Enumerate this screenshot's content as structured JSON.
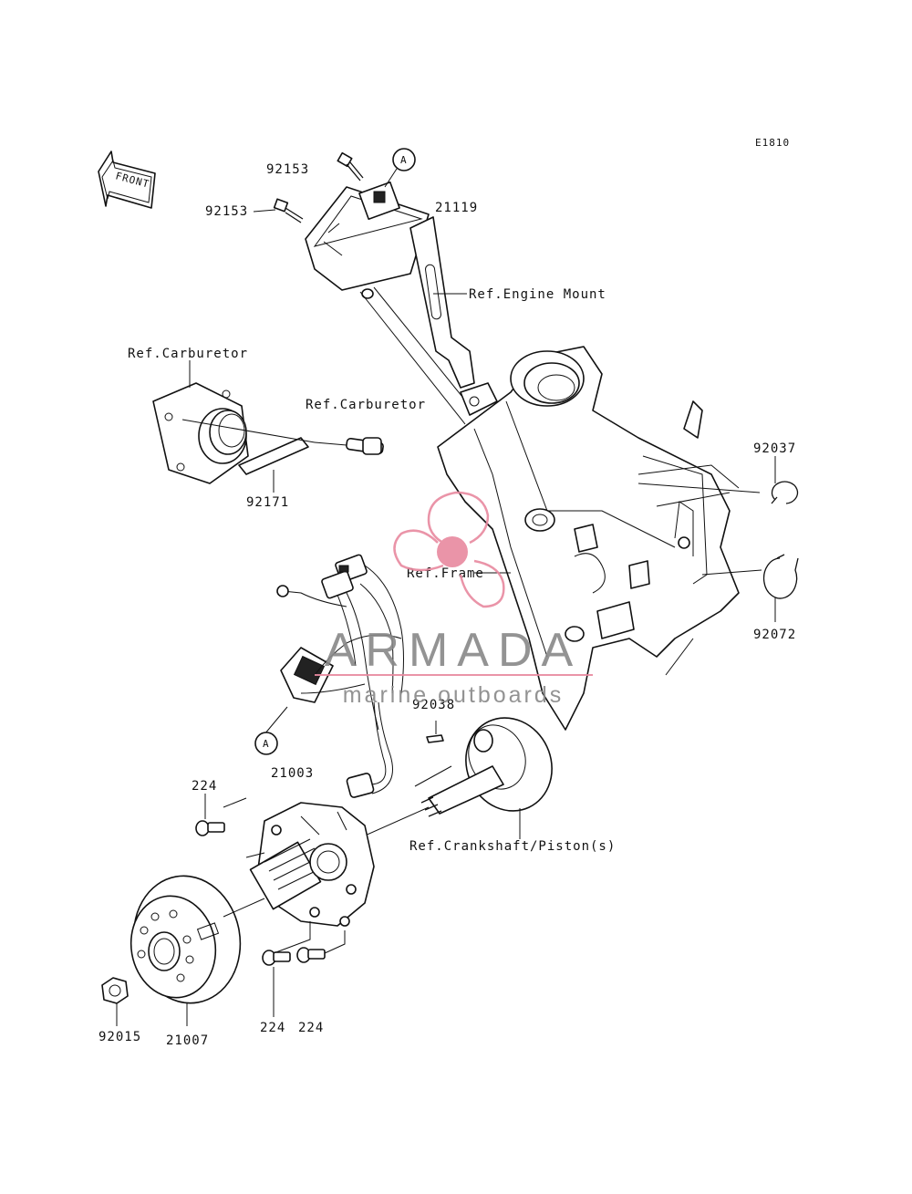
{
  "diagram_code": "E1810",
  "front_arrow_text": "FRONT",
  "callout_a_top": "A",
  "callout_a_bottom": "A",
  "labels": {
    "p92153_top": "92153",
    "p92153_left": "92153",
    "p21119": "21119",
    "ref_engine_mount": "Ref.Engine Mount",
    "ref_carburetor_top": "Ref.Carburetor",
    "ref_carburetor_mid": "Ref.Carburetor",
    "p92171": "92171",
    "p92037": "92037",
    "ref_frame": "Ref.Frame",
    "p92072": "92072",
    "p92038": "92038",
    "p21003": "21003",
    "p224_top": "224",
    "ref_crankshaft": "Ref.Crankshaft/Piston(s)",
    "p224_bottom_left": "224",
    "p224_bottom_right": "224",
    "p92015": "92015",
    "p21007": "21007"
  },
  "watermark": {
    "title": "ARMADA",
    "subtitle": "marine outboards",
    "color": "#e8899f"
  }
}
